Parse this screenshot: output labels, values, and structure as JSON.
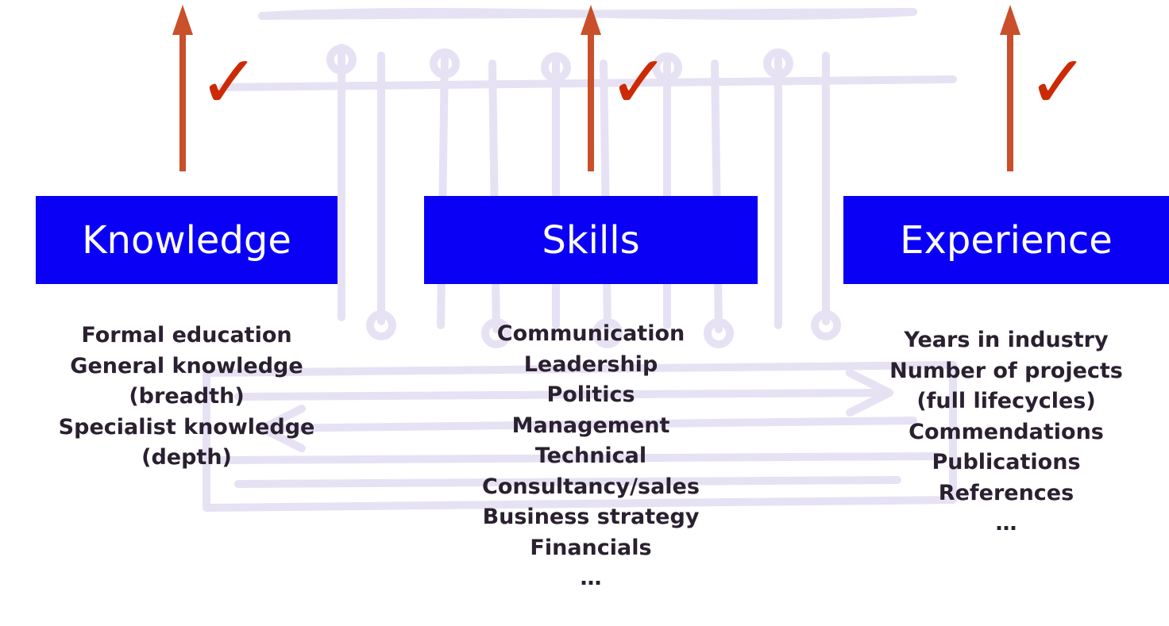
{
  "colors": {
    "box": "#0a00f5",
    "arrow": "#c8502a",
    "check": "#cc2a06",
    "text": "#2a2030",
    "watermark": "#e6e2f4"
  },
  "icons": {
    "arrow": "up-arrow-icon",
    "check": "check-mark-icon"
  },
  "columns": [
    {
      "heading": "Knowledge",
      "check": "✓",
      "items": [
        "Formal education",
        "General knowledge",
        "(breadth)",
        "Specialist knowledge",
        "(depth)"
      ]
    },
    {
      "heading": "Skills",
      "check": "✓",
      "items": [
        "Communication",
        "Leadership",
        "Politics",
        "Management",
        "Technical",
        "Consultancy/sales",
        "Business strategy",
        "Financials",
        "…"
      ]
    },
    {
      "heading": "Experience",
      "check": "✓",
      "items": [
        "Years in industry",
        "Number of projects",
        "(full lifecycles)",
        "Commendations",
        "Publications",
        "References",
        "…"
      ]
    }
  ]
}
